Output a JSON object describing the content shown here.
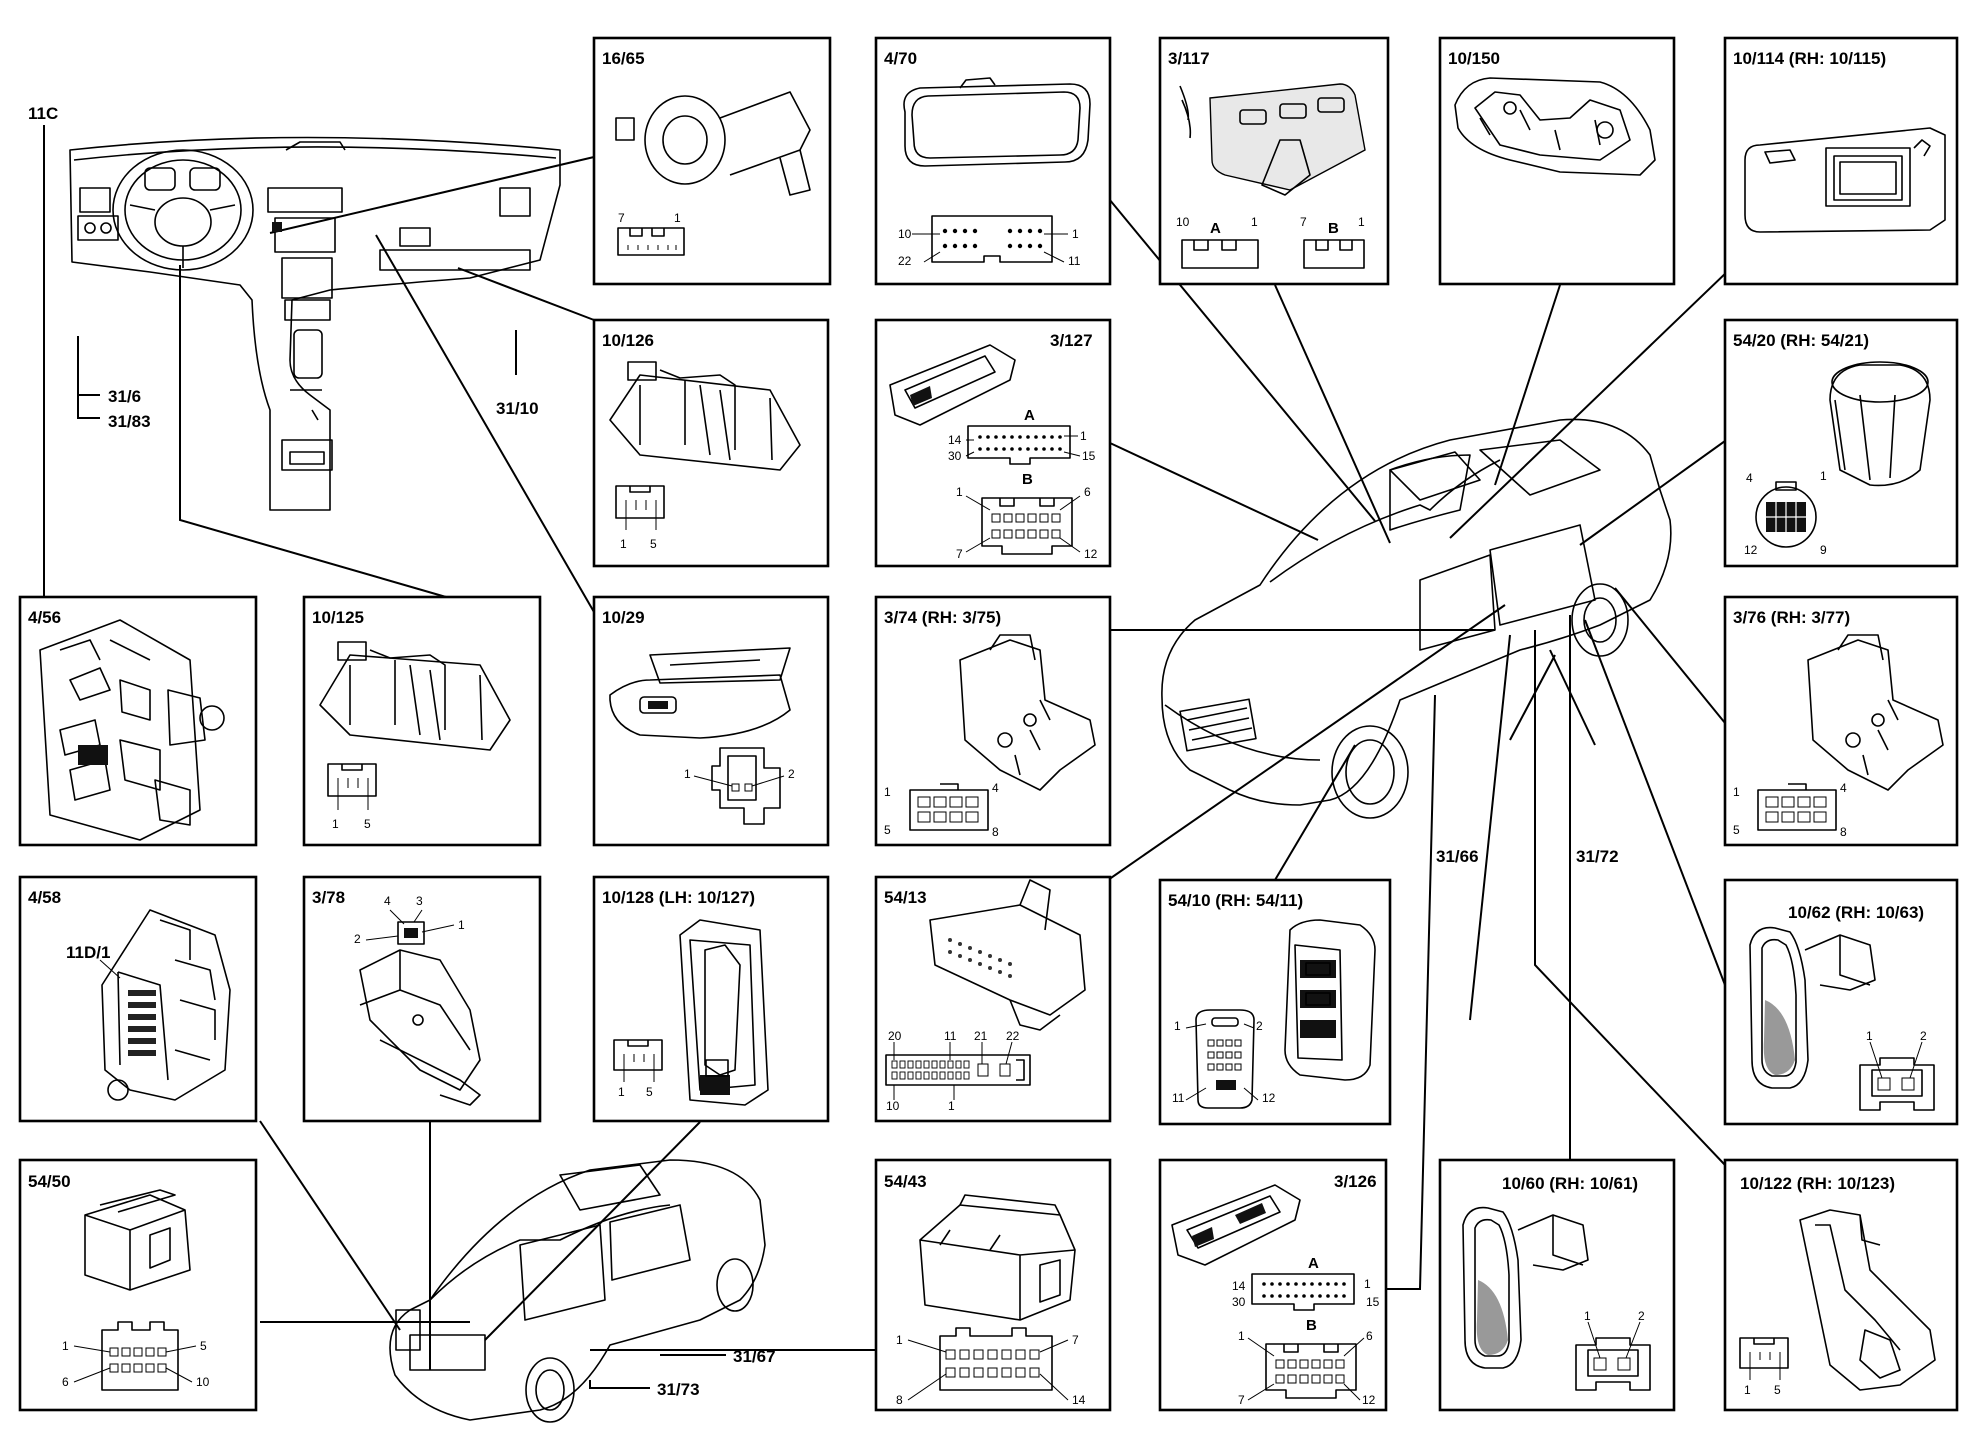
{
  "dash_labels": {
    "l11c": "11C",
    "l31_6": "31/6",
    "l31_83": "31/83",
    "l31_10": "31/10"
  },
  "car_labels": {
    "l31_66": "31/66",
    "l31_72": "31/72",
    "l31_67": "31/67",
    "l31_73": "31/73"
  },
  "panels": {
    "p16_65": {
      "title": "16/65",
      "pins": [
        "7",
        "1"
      ]
    },
    "p4_70": {
      "title": "4/70",
      "pins": [
        "10",
        "1",
        "22",
        "11"
      ]
    },
    "p3_117": {
      "title": "3/117",
      "conn_a": "A",
      "conn_b": "B",
      "pins_a": [
        "10",
        "1"
      ],
      "pins_b": [
        "7",
        "1"
      ]
    },
    "p10_150": {
      "title": "10/150"
    },
    "p10_114": {
      "title": "10/114 (RH: 10/115)"
    },
    "p10_126": {
      "title": "10/126",
      "pins": [
        "1",
        "5"
      ]
    },
    "p3_127": {
      "title": "3/127",
      "conn_a": "A",
      "conn_b": "B",
      "pins_a": [
        "14",
        "1",
        "30",
        "15"
      ],
      "pins_b": [
        "1",
        "6",
        "7",
        "12"
      ]
    },
    "p54_20": {
      "title": "54/20 (RH: 54/21)",
      "pins": [
        "4",
        "1",
        "12",
        "9"
      ]
    },
    "p4_56": {
      "title": "4/56"
    },
    "p10_125": {
      "title": "10/125",
      "pins": [
        "1",
        "5"
      ]
    },
    "p10_29": {
      "title": "10/29",
      "pins": [
        "1",
        "2"
      ]
    },
    "p3_74": {
      "title": "3/74 (RH: 3/75)",
      "pins": [
        "1",
        "4",
        "5",
        "8"
      ]
    },
    "p3_76": {
      "title": "3/76 (RH: 3/77)",
      "pins": [
        "1",
        "4",
        "5",
        "8"
      ]
    },
    "p4_58": {
      "title": "4/58",
      "sub": "11D/1"
    },
    "p3_78": {
      "title": "3/78",
      "pins": [
        "4",
        "3",
        "2",
        "1"
      ]
    },
    "p10_128": {
      "title": "10/128 (LH: 10/127)",
      "pins": [
        "1",
        "5"
      ]
    },
    "p54_13": {
      "title": "54/13",
      "pins": [
        "20",
        "11",
        "21",
        "22",
        "10",
        "1"
      ]
    },
    "p54_10": {
      "title": "54/10 (RH: 54/11)",
      "pins": [
        "1",
        "2",
        "11",
        "12"
      ]
    },
    "p10_62": {
      "title": "10/62 (RH: 10/63)",
      "pins": [
        "1",
        "2"
      ]
    },
    "p54_50": {
      "title": "54/50",
      "pins": [
        "1",
        "5",
        "6",
        "10"
      ]
    },
    "p54_43": {
      "title": "54/43",
      "pins": [
        "1",
        "7",
        "8",
        "14"
      ]
    },
    "p3_126": {
      "title": "3/126",
      "conn_a": "A",
      "conn_b": "B",
      "pins_a": [
        "14",
        "1",
        "30",
        "15"
      ],
      "pins_b": [
        "1",
        "6",
        "7",
        "12"
      ]
    },
    "p10_60": {
      "title": "10/60 (RH: 10/61)",
      "pins": [
        "1",
        "2"
      ]
    },
    "p10_122": {
      "title": "10/122 (RH: 10/123)",
      "pins": [
        "1",
        "5"
      ]
    }
  }
}
